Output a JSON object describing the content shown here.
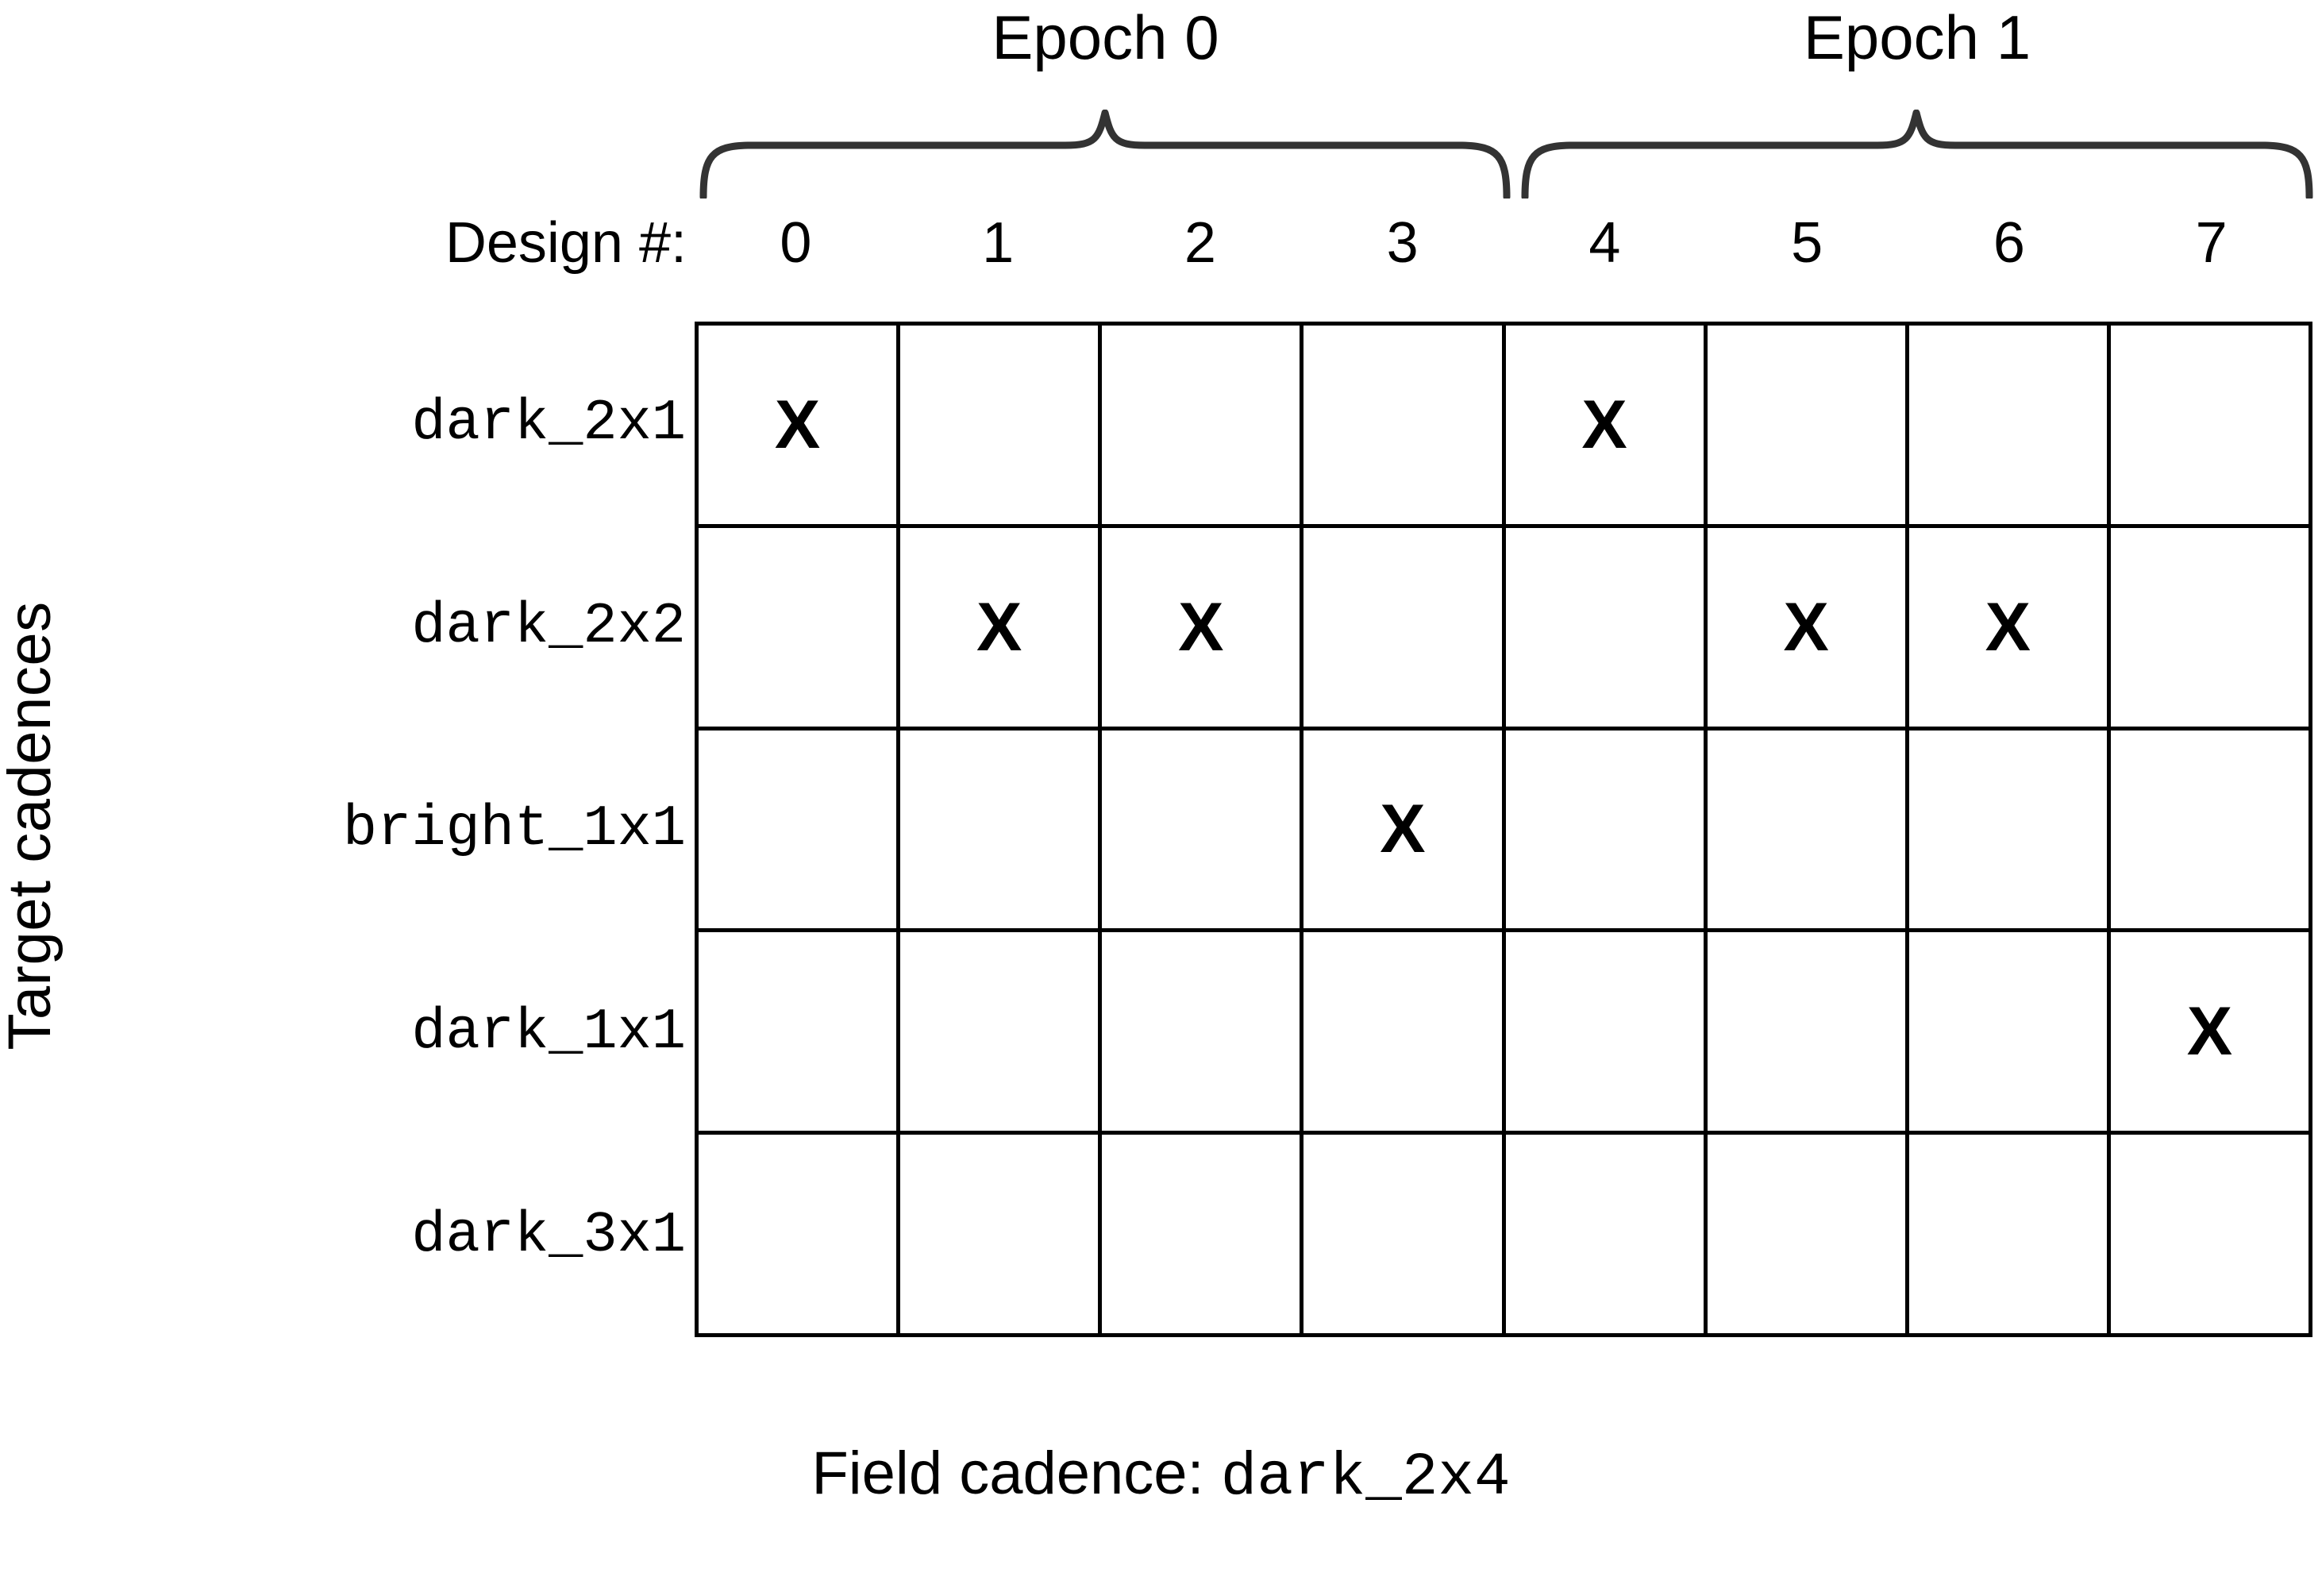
{
  "figure": {
    "axis_titles": {
      "y": "Target cadences",
      "column_prefix": "Design #:"
    },
    "epochs": [
      {
        "label": "Epoch 0",
        "columns": [
          0,
          1,
          2,
          3
        ]
      },
      {
        "label": "Epoch 1",
        "columns": [
          4,
          5,
          6,
          7
        ]
      }
    ],
    "footer": {
      "label": "Field cadence:",
      "value": "dark_2x4"
    },
    "mark_glyph": "X"
  },
  "chart_data": {
    "type": "heatmap",
    "title": "",
    "xlabel": "Design #:",
    "ylabel": "Target cadences",
    "grid": true,
    "legend": null,
    "categories": [
      "0",
      "1",
      "2",
      "3",
      "4",
      "5",
      "6",
      "7"
    ],
    "rows": [
      "dark_2x1",
      "dark_2x2",
      "bright_1x1",
      "dark_1x1",
      "dark_3x1"
    ],
    "column_groups": [
      {
        "name": "Epoch 0",
        "columns": [
          "0",
          "1",
          "2",
          "3"
        ]
      },
      {
        "name": "Epoch 1",
        "columns": [
          "4",
          "5",
          "6",
          "7"
        ]
      }
    ],
    "values": [
      [
        1,
        0,
        0,
        0,
        1,
        0,
        0,
        0
      ],
      [
        0,
        1,
        1,
        0,
        0,
        1,
        1,
        0
      ],
      [
        0,
        0,
        0,
        1,
        0,
        0,
        0,
        0
      ],
      [
        0,
        0,
        0,
        0,
        0,
        0,
        0,
        1
      ],
      [
        0,
        0,
        0,
        0,
        0,
        0,
        0,
        0
      ]
    ],
    "marks": [
      {
        "row": "dark_2x1",
        "column": "0",
        "mark": "X"
      },
      {
        "row": "dark_2x1",
        "column": "4",
        "mark": "X"
      },
      {
        "row": "dark_2x2",
        "column": "1",
        "mark": "X"
      },
      {
        "row": "dark_2x2",
        "column": "2",
        "mark": "X"
      },
      {
        "row": "dark_2x2",
        "column": "5",
        "mark": "X"
      },
      {
        "row": "dark_2x2",
        "column": "6",
        "mark": "X"
      },
      {
        "row": "bright_1x1",
        "column": "3",
        "mark": "X"
      },
      {
        "row": "dark_1x1",
        "column": "7",
        "mark": "X"
      }
    ],
    "annotations": [
      "Field cadence: dark_2x4"
    ]
  },
  "colors": {
    "background": "#ffffff",
    "foreground": "#000000",
    "grid_line": "#000000",
    "brace": "#333333"
  }
}
